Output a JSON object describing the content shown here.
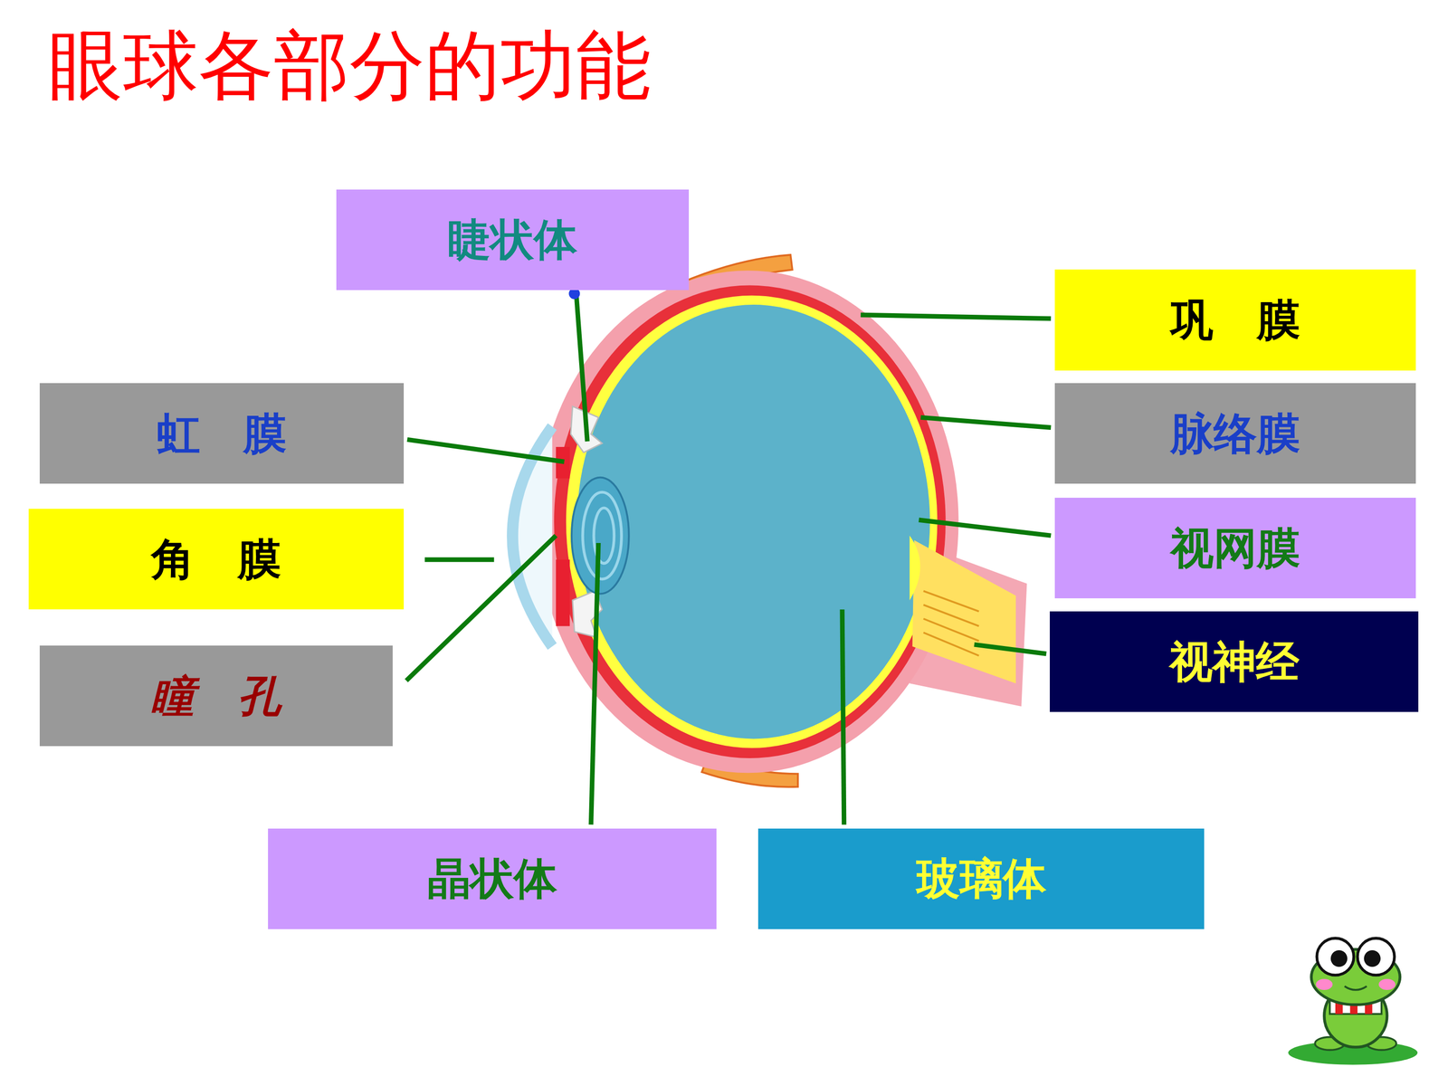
{
  "diagram": {
    "title": "眼球各部分的功能",
    "nodes": [
      {
        "text": [
          "睫状体"
        ]
      },
      {
        "text": [
          "巩　膜"
        ]
      },
      {
        "text": [
          "虹　膜"
        ]
      },
      {
        "text": [
          "脉络膜"
        ]
      },
      {
        "text": [
          "角　膜"
        ]
      },
      {
        "text": [
          "视网膜"
        ]
      },
      {
        "text": [
          "瞳　孔"
        ]
      },
      {
        "text": [
          "视神经"
        ]
      },
      {
        "text": [
          "晶状体"
        ]
      },
      {
        "text": [
          "玻璃体"
        ]
      }
    ]
  }
}
